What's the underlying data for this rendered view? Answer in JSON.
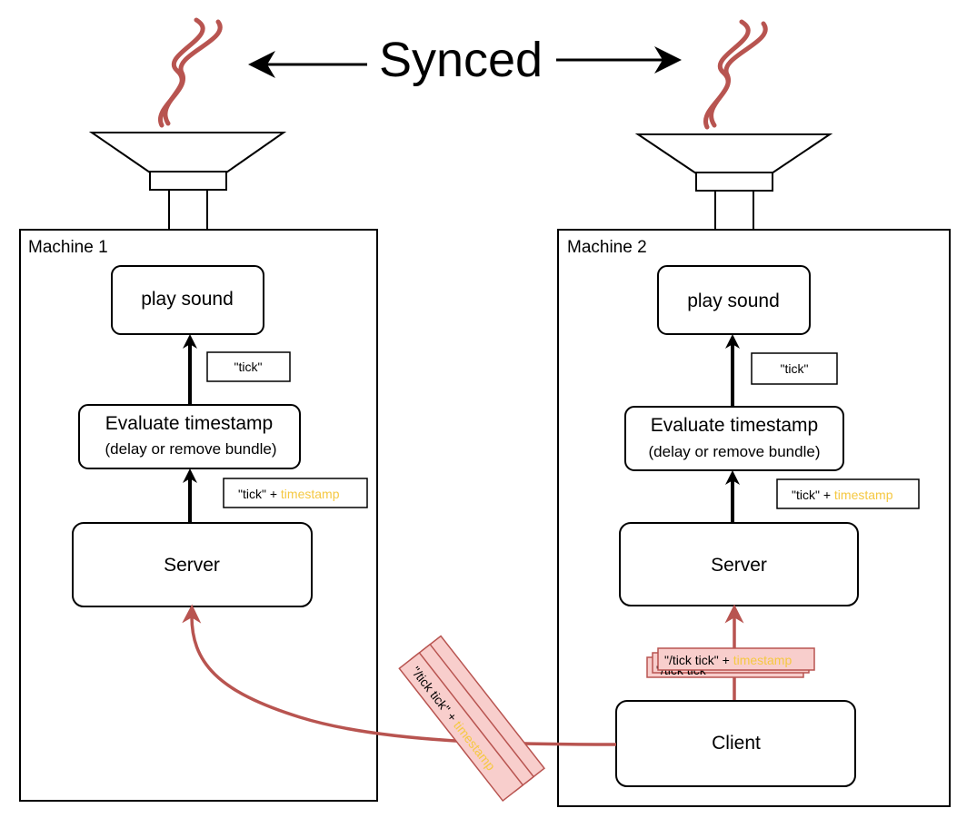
{
  "title": "Synced",
  "colors": {
    "packet_fill": "#f8cecc",
    "packet_stroke": "#b85450",
    "wave": "#b85450",
    "timestamp_text": "#f5c842"
  },
  "machine1": {
    "label": "Machine 1",
    "play_sound": "play sound",
    "evaluate": "Evaluate timestamp",
    "evaluate_sub": "(delay or remove bundle)",
    "server": "Server",
    "msg_tick": "\"tick\"",
    "msg_tick_ts_prefix": "\"tick\" + ",
    "msg_tick_ts_accent": "timestamp"
  },
  "machine2": {
    "label": "Machine 2",
    "play_sound": "play sound",
    "evaluate": "Evaluate timestamp",
    "evaluate_sub": "(delay or remove bundle)",
    "server": "Server",
    "client": "Client",
    "msg_tick": "\"tick\"",
    "msg_tick_ts_prefix": "\"tick\" + ",
    "msg_tick_ts_accent": "timestamp"
  },
  "packets": {
    "front_prefix": "\"/tick tick\" + ",
    "front_accent": "timestamp",
    "back_label": "\"/tick tick\"",
    "rotated_prefix": "\"/tick tick\" + ",
    "rotated_accent": "timestamp"
  }
}
